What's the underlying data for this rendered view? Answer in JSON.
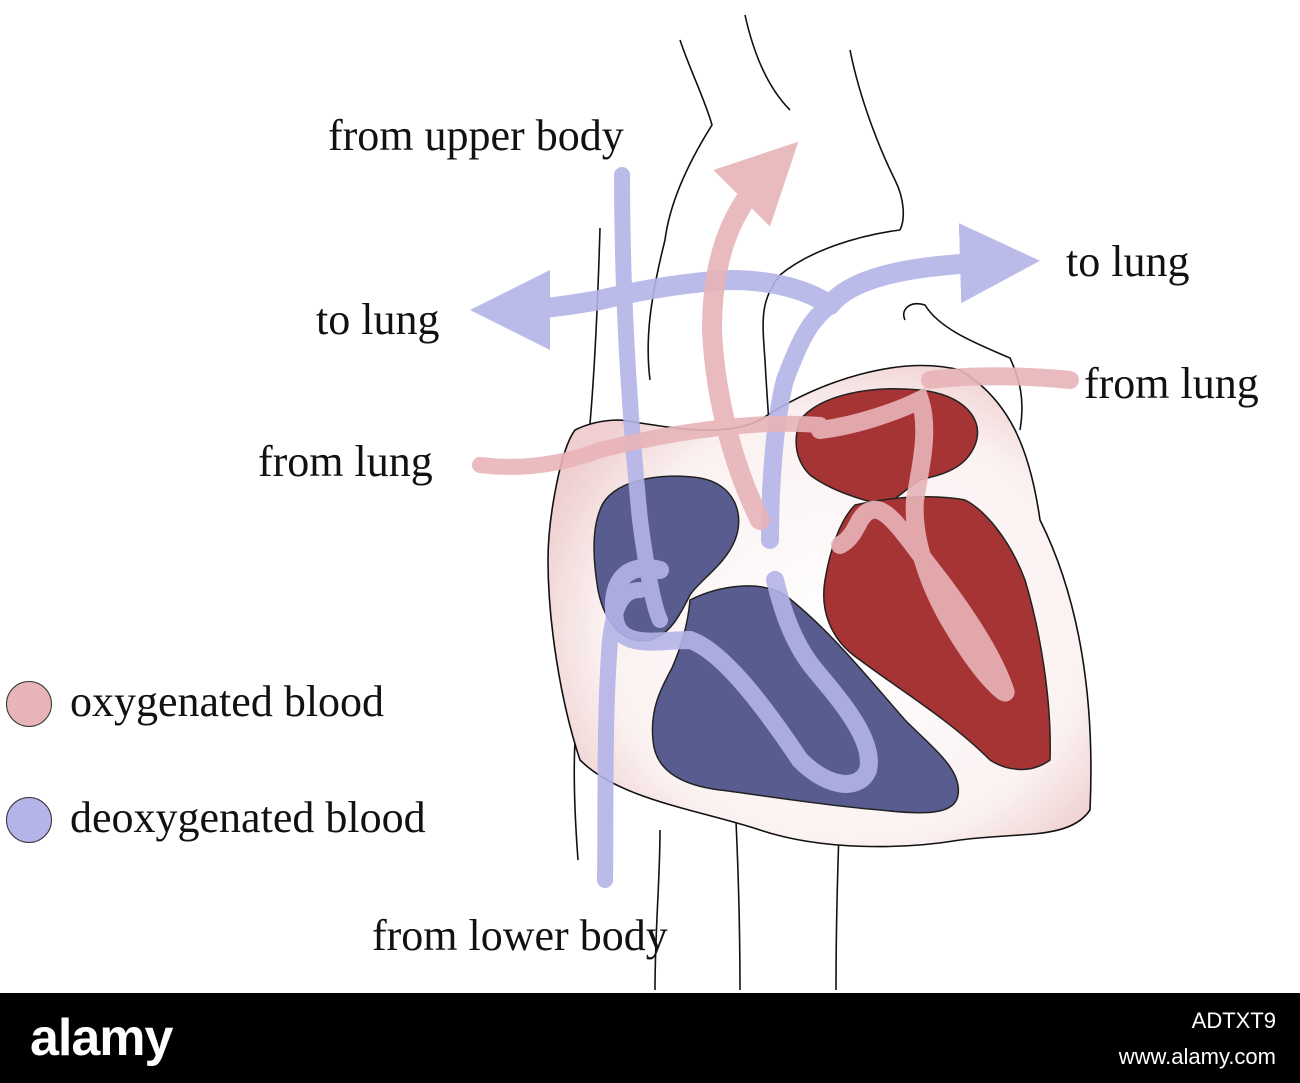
{
  "labels": {
    "from_upper_body": "from upper body",
    "to_lung_left": "to lung",
    "to_lung_right": "to lung",
    "from_lung_left": "from lung",
    "from_lung_right": "from lung",
    "from_lower_body": "from lower body"
  },
  "legend": {
    "items": [
      {
        "label": "oxygenated blood",
        "color": "#e8b4b8"
      },
      {
        "label": "deoxygenated blood",
        "color": "#b4b4e8"
      }
    ]
  },
  "watermark": {
    "brand": "alamy",
    "image_id": "ADTXT9",
    "site": "www.alamy.com"
  },
  "colors": {
    "right_heart": "#585c8e",
    "left_heart": "#a63434",
    "oxygenated_flow": "#e8b4b8",
    "deoxygenated_flow": "#b4b4e8"
  }
}
